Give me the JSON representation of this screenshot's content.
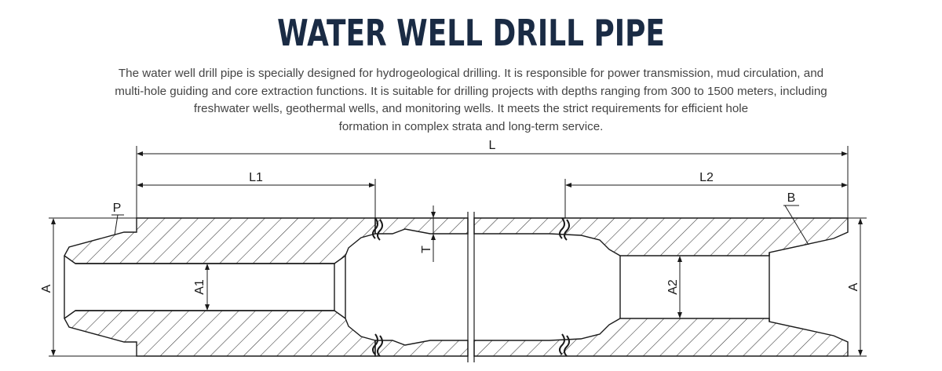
{
  "colors": {
    "title": "#1a2b44",
    "text": "#444444",
    "line": "#1a1a1a",
    "background": "#ffffff"
  },
  "header": {
    "title": "WATER WELL DRILL PIPE",
    "description_lines": [
      "The water well drill pipe is specially designed for hydrogeological drilling. It is responsible for power transmission, mud circulation, and",
      "multi-hole guiding and core extraction functions. It is suitable for drilling projects with depths ranging from 300 to 1500 meters, including",
      "freshwater wells, geothermal wells, and monitoring wells. It meets the strict requirements for efficient hole",
      "formation in complex strata and long-term service."
    ]
  },
  "diagram": {
    "labels": {
      "overall_length": "L",
      "left_length": "L1",
      "right_length": "L2",
      "pin_label": "P",
      "box_label": "B",
      "wall_thickness": "T",
      "left_outer_diameter": "A",
      "right_outer_diameter": "A",
      "left_inner_diameter": "A1",
      "right_inner_diameter": "A2"
    }
  }
}
